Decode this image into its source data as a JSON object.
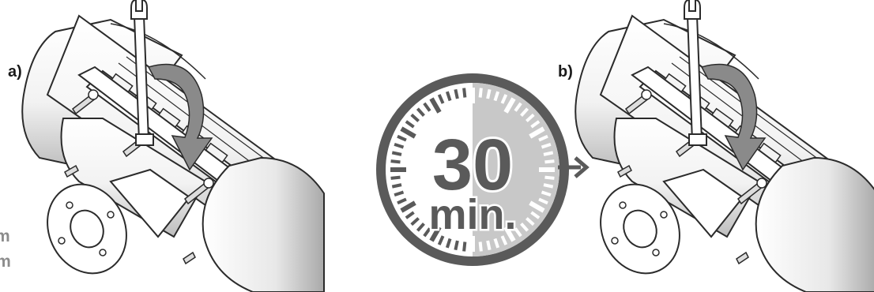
{
  "steps": {
    "a_label": "a)",
    "b_label": "b)"
  },
  "torque": {
    "line1": "m",
    "line2": "Nm"
  },
  "timer": {
    "value": "30",
    "unit": "min."
  },
  "colors": {
    "outline": "#2b2b2b",
    "pipe_fill": "#ffffff",
    "pipe_shade": "#d9d9d9",
    "arrow_fill": "#8a8a8a",
    "timer_ring": "#5a5a5a",
    "timer_half": "#c8c8c8",
    "torque_text": "#8c8c8c"
  },
  "icons": {
    "wrench": "wrench-icon",
    "rotate_arrow": "clockwise-arrow-icon",
    "stopwatch": "stopwatch-icon",
    "next_arrow": "arrow-right-icon"
  }
}
